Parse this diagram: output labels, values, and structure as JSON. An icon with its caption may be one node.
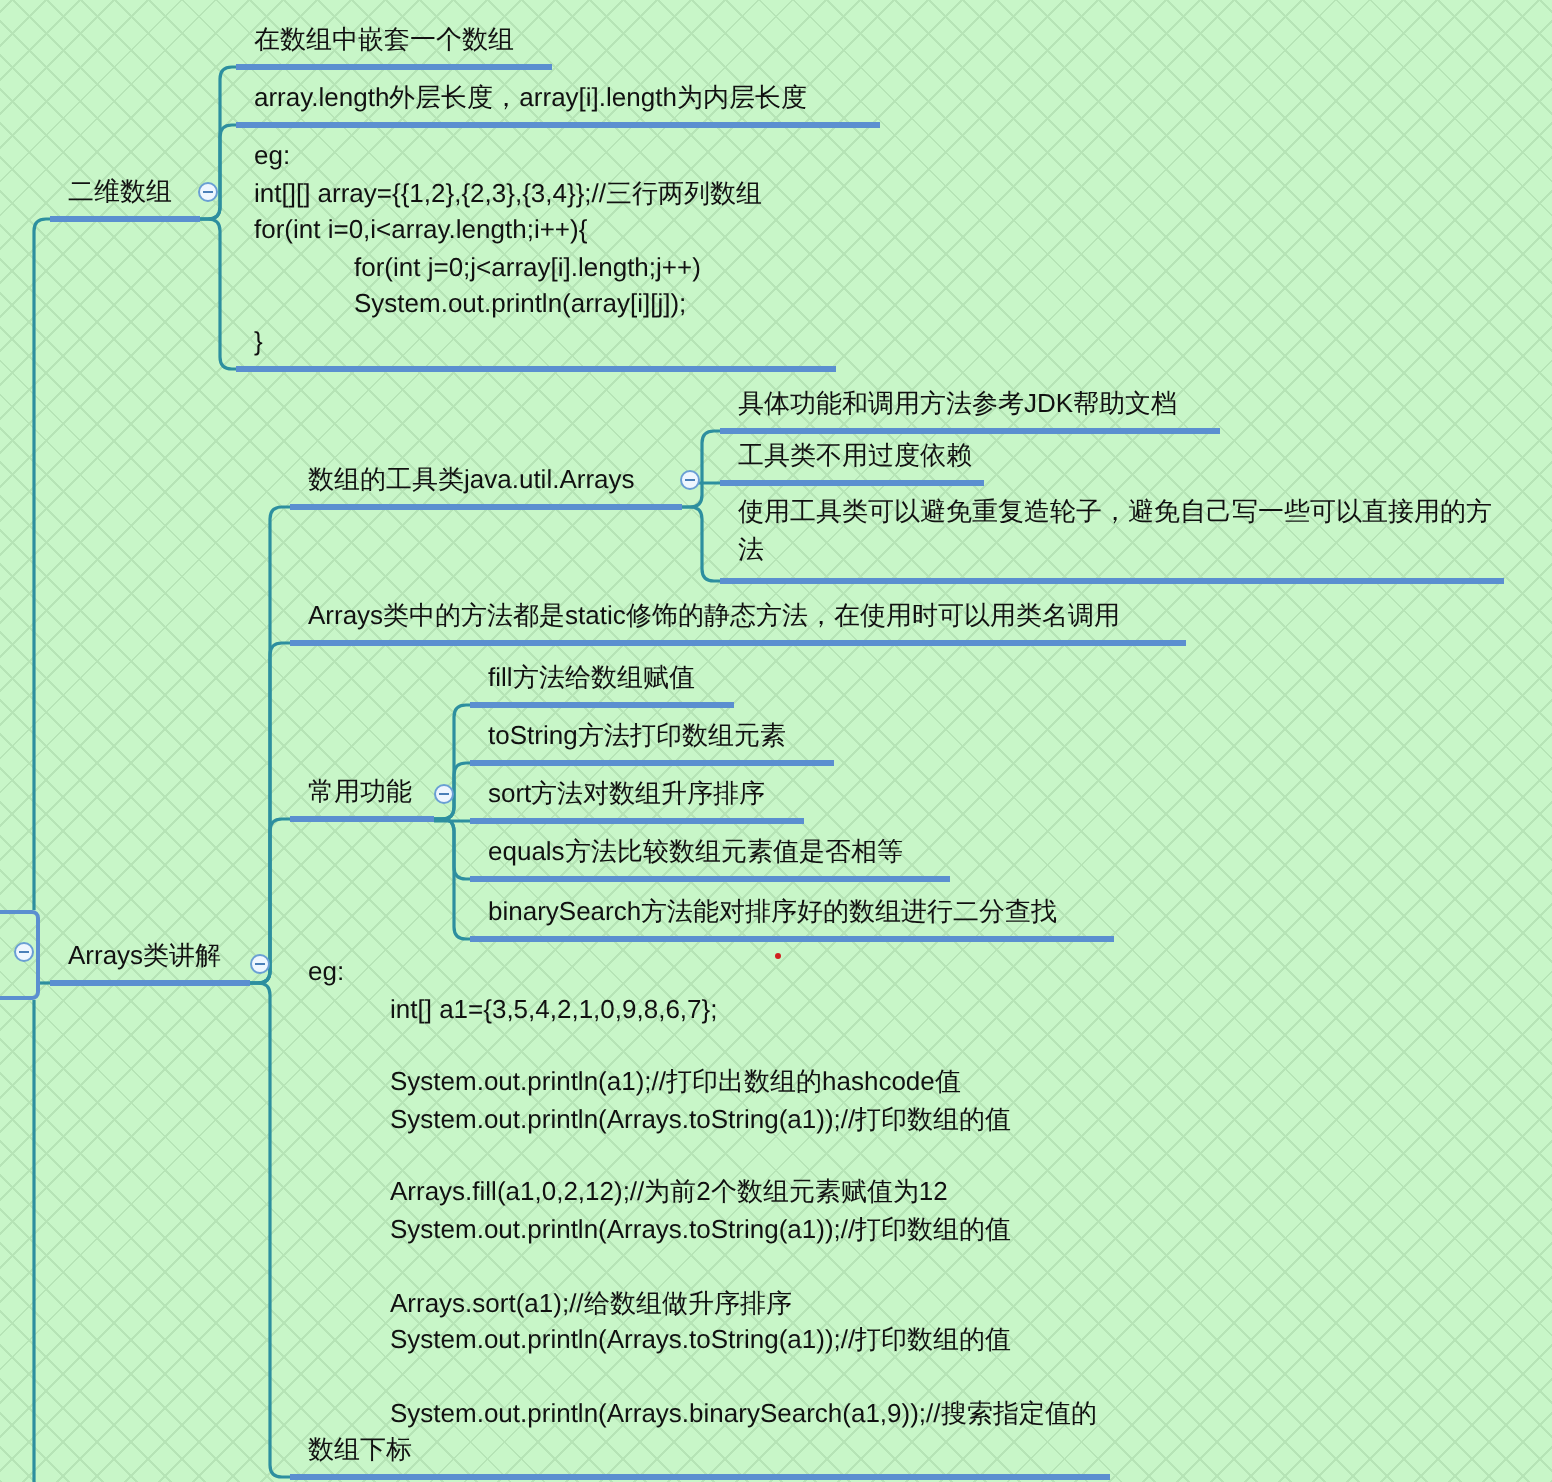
{
  "diagram": {
    "nodes": [
      {
        "text": [],
        "shape": "box"
      },
      {
        "text": [
          "二维数组"
        ]
      },
      {
        "text": [
          "在数组中嵌套一个数组"
        ]
      },
      {
        "text": [
          "array.length外层长度，array[i].length为内层长度"
        ]
      },
      {
        "text": [
          "eg:",
          "int[][] array={{1,2},{2,3},{3,4}};//三行两列数组",
          "for(int i=0,i<array.length;i++){",
          "for(int j=0;j<array[i].length;j++)",
          "System.out.println(array[i][j]);",
          "}"
        ]
      },
      {
        "text": [
          "Arrays类讲解"
        ]
      },
      {
        "text": [
          "数组的工具类java.util.Arrays"
        ]
      },
      {
        "text": [
          "具体功能和调用方法参考JDK帮助文档"
        ]
      },
      {
        "text": [
          "工具类不用过度依赖"
        ]
      },
      {
        "text": [
          "使用工具类可以避免重复造轮子，避免自己写一些可以直接用的方法"
        ]
      },
      {
        "text": [
          "Arrays类中的方法都是static修饰的静态方法，在使用时可以用类名调用"
        ]
      },
      {
        "text": [
          "常用功能"
        ]
      },
      {
        "text": [
          "fill方法给数组赋值"
        ]
      },
      {
        "text": [
          "toString方法打印数组元素"
        ]
      },
      {
        "text": [
          "sort方法对数组升序排序"
        ]
      },
      {
        "text": [
          "equals方法比较数组元素值是否相等"
        ]
      },
      {
        "text": [
          "binarySearch方法能对排序好的数组进行二分查找"
        ]
      },
      {
        "text": [
          "eg:",
          "int[] a1={3,5,4,2,1,0,9,8,6,7};",
          "System.out.println(a1);//打印出数组的hashcode值",
          "System.out.println(Arrays.toString(a1));//打印数组的值",
          "Arrays.fill(a1,0,2,12);//为前2个数组元素赋值为12",
          "System.out.println(Arrays.toString(a1));//打印数组的值",
          "Arrays.sort(a1);//给数组做升序排序",
          "System.out.println(Arrays.toString(a1));//打印数组的值",
          "System.out.println(Arrays.binarySearch(a1,9));//搜索指定值的数组下标"
        ]
      }
    ],
    "edges": [
      {
        "from": 0,
        "to": 1,
        "arrow": "none"
      },
      {
        "from": 1,
        "to": 2,
        "arrow": "none"
      },
      {
        "from": 1,
        "to": 3,
        "arrow": "none"
      },
      {
        "from": 1,
        "to": 4,
        "arrow": "none"
      },
      {
        "from": 0,
        "to": 5,
        "arrow": "none"
      },
      {
        "from": 5,
        "to": 6,
        "arrow": "none"
      },
      {
        "from": 6,
        "to": 7,
        "arrow": "none"
      },
      {
        "from": 6,
        "to": 8,
        "arrow": "none"
      },
      {
        "from": 6,
        "to": 9,
        "arrow": "none"
      },
      {
        "from": 5,
        "to": 10,
        "arrow": "none"
      },
      {
        "from": 5,
        "to": 11,
        "arrow": "none"
      },
      {
        "from": 11,
        "to": 12,
        "arrow": "none"
      },
      {
        "from": 11,
        "to": 13,
        "arrow": "none"
      },
      {
        "from": 11,
        "to": 14,
        "arrow": "none"
      },
      {
        "from": 11,
        "to": 15,
        "arrow": "none"
      },
      {
        "from": 11,
        "to": 16,
        "arrow": "none"
      },
      {
        "from": 5,
        "to": 17,
        "arrow": "none"
      }
    ]
  }
}
